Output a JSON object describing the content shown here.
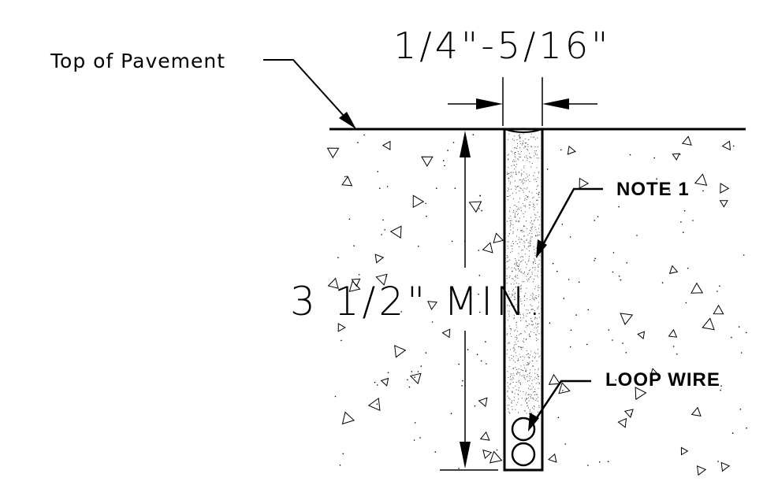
{
  "labels": {
    "top_of_pavement": "Top of Pavement",
    "slot_width": "1/4\"-5/16\"",
    "slot_depth": "3 1/2\" MIN.",
    "note": "NOTE 1",
    "loop_wire": "LOOP WIRE"
  },
  "colors": {
    "line": "#000000",
    "background": "#ffffff"
  }
}
